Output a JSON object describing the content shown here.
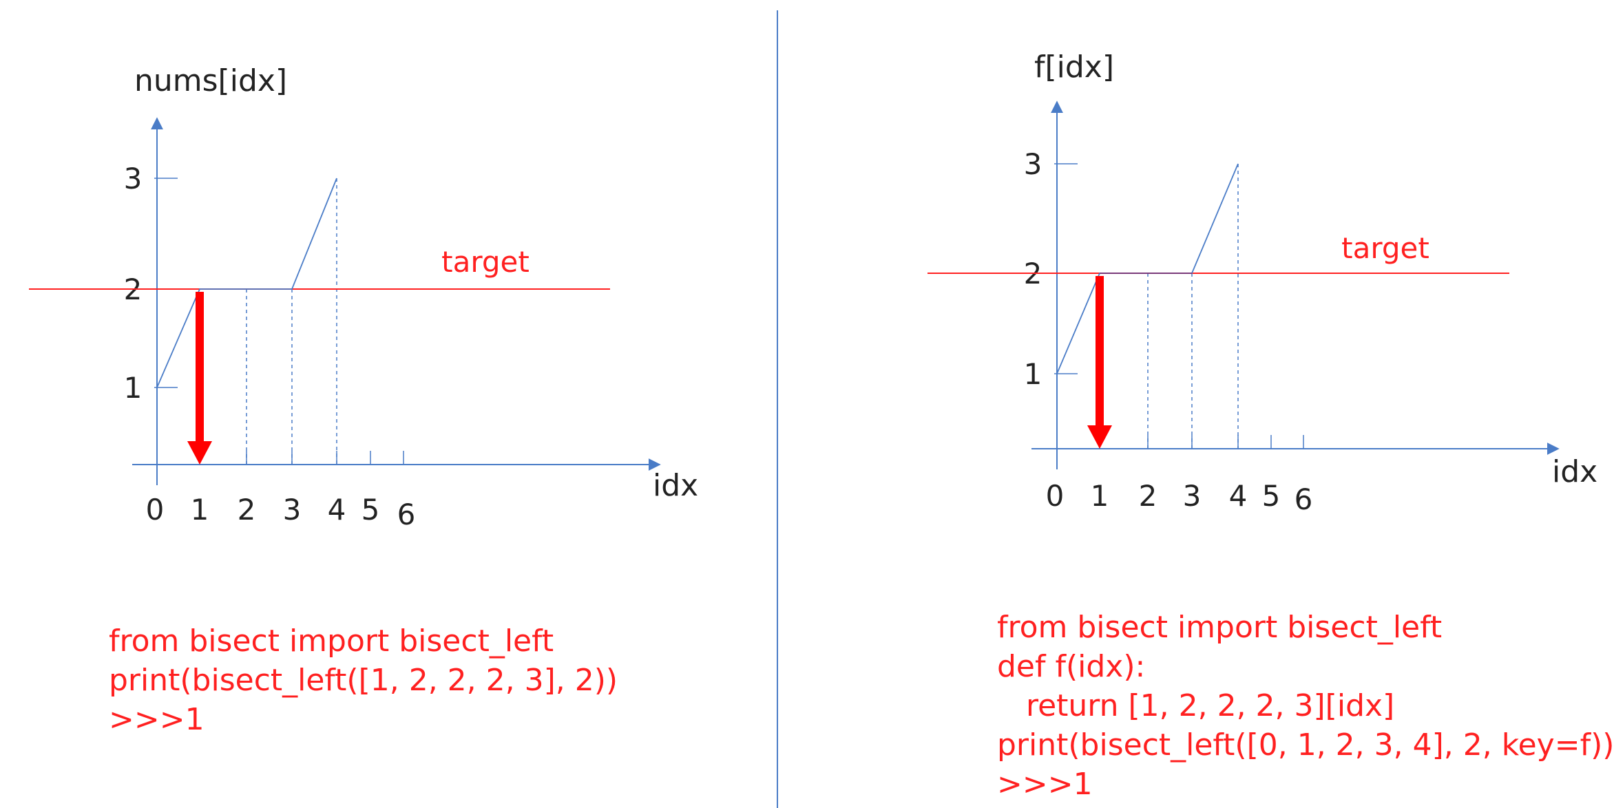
{
  "colors": {
    "axis": "#4a7cc7",
    "curve": "#4a7cc7",
    "target": "#ff2020",
    "arrow": "#ff0000",
    "text": "#222222"
  },
  "panels": [
    {
      "y_axis_label": "nums[idx]",
      "x_axis_label": "idx",
      "target_label": "target",
      "x_ticks": [
        "0",
        "1",
        "2",
        "3",
        "4",
        "5",
        "6"
      ],
      "y_ticks": [
        "1",
        "2",
        "3"
      ],
      "target_value": 2,
      "result_index": 1,
      "curve": {
        "x": [
          0,
          1,
          3,
          4
        ],
        "y": [
          1,
          2,
          2,
          3
        ]
      },
      "dashed_at_x": [
        2,
        3,
        4
      ],
      "code": [
        "from bisect import bisect_left",
        "print(bisect_left([1, 2, 2, 2, 3], 2))",
        ">>>1"
      ]
    },
    {
      "y_axis_label": "f[idx]",
      "x_axis_label": "idx",
      "target_label": "target",
      "x_ticks": [
        "0",
        "1",
        "2",
        "3",
        "4",
        "5",
        "6"
      ],
      "y_ticks": [
        "1",
        "2",
        "3"
      ],
      "target_value": 2,
      "result_index": 1,
      "curve": {
        "x": [
          0,
          1,
          3,
          4
        ],
        "y": [
          1,
          2,
          2,
          3
        ]
      },
      "dashed_at_x": [
        2,
        3,
        4
      ],
      "code": [
        "from bisect import bisect_left",
        "def f(idx):",
        "   return [1, 2, 2, 2, 3][idx]",
        "print(bisect_left([0, 1, 2, 3, 4], 2, key=f))",
        ">>>1"
      ]
    }
  ]
}
